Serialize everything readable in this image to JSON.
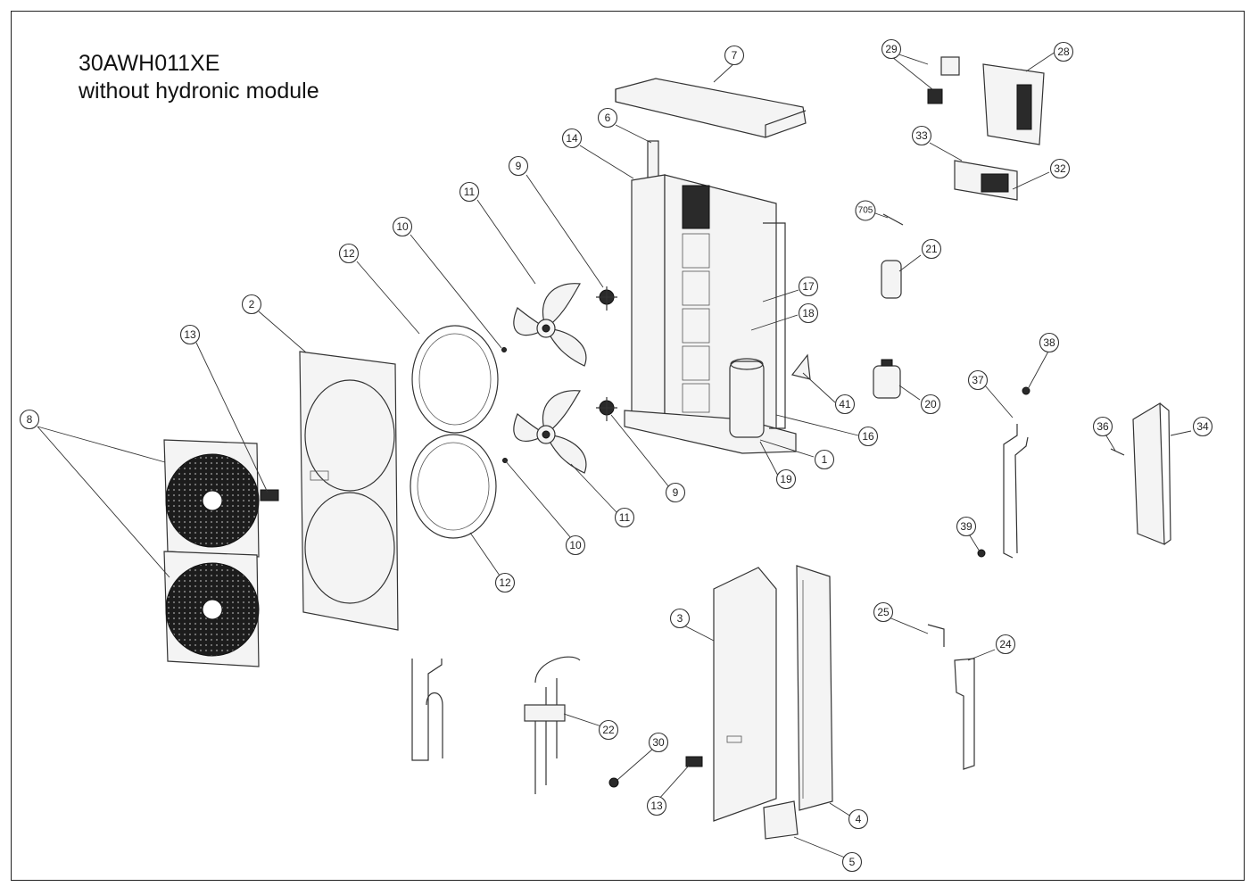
{
  "title": {
    "model": "30AWH011XE",
    "subtitle": "without hydronic module"
  },
  "callouts": [
    "7",
    "29",
    "28",
    "6",
    "14",
    "9",
    "11",
    "10",
    "12",
    "2",
    "13",
    "8",
    "33",
    "32",
    "705",
    "21",
    "17",
    "18",
    "38",
    "37",
    "41",
    "20",
    "16",
    "1",
    "19",
    "36",
    "34",
    "39",
    "25",
    "24",
    "3",
    "22",
    "30",
    "4",
    "5"
  ]
}
